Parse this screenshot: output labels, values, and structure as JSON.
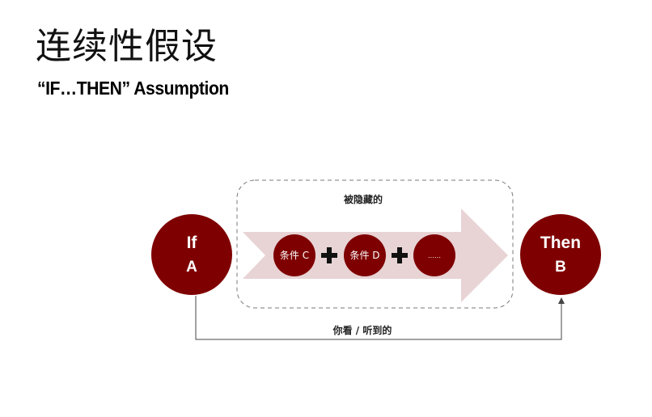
{
  "title": "连续性假设",
  "subtitle": "“IF…THEN” Assumption",
  "diagram": {
    "if_line1": "If",
    "if_line2": "A",
    "then_line1": "Then",
    "then_line2": "B",
    "hidden_label": "被隐藏的",
    "condition_c": "条件 C",
    "condition_d": "条件 D",
    "condition_more": "……",
    "seen_label": "你看 / 听到的"
  },
  "colors": {
    "dark_red": "#7f0000",
    "arrow_fill": "#e8d3d5",
    "dashed_border": "#7a7a7a",
    "text": "#222222"
  }
}
